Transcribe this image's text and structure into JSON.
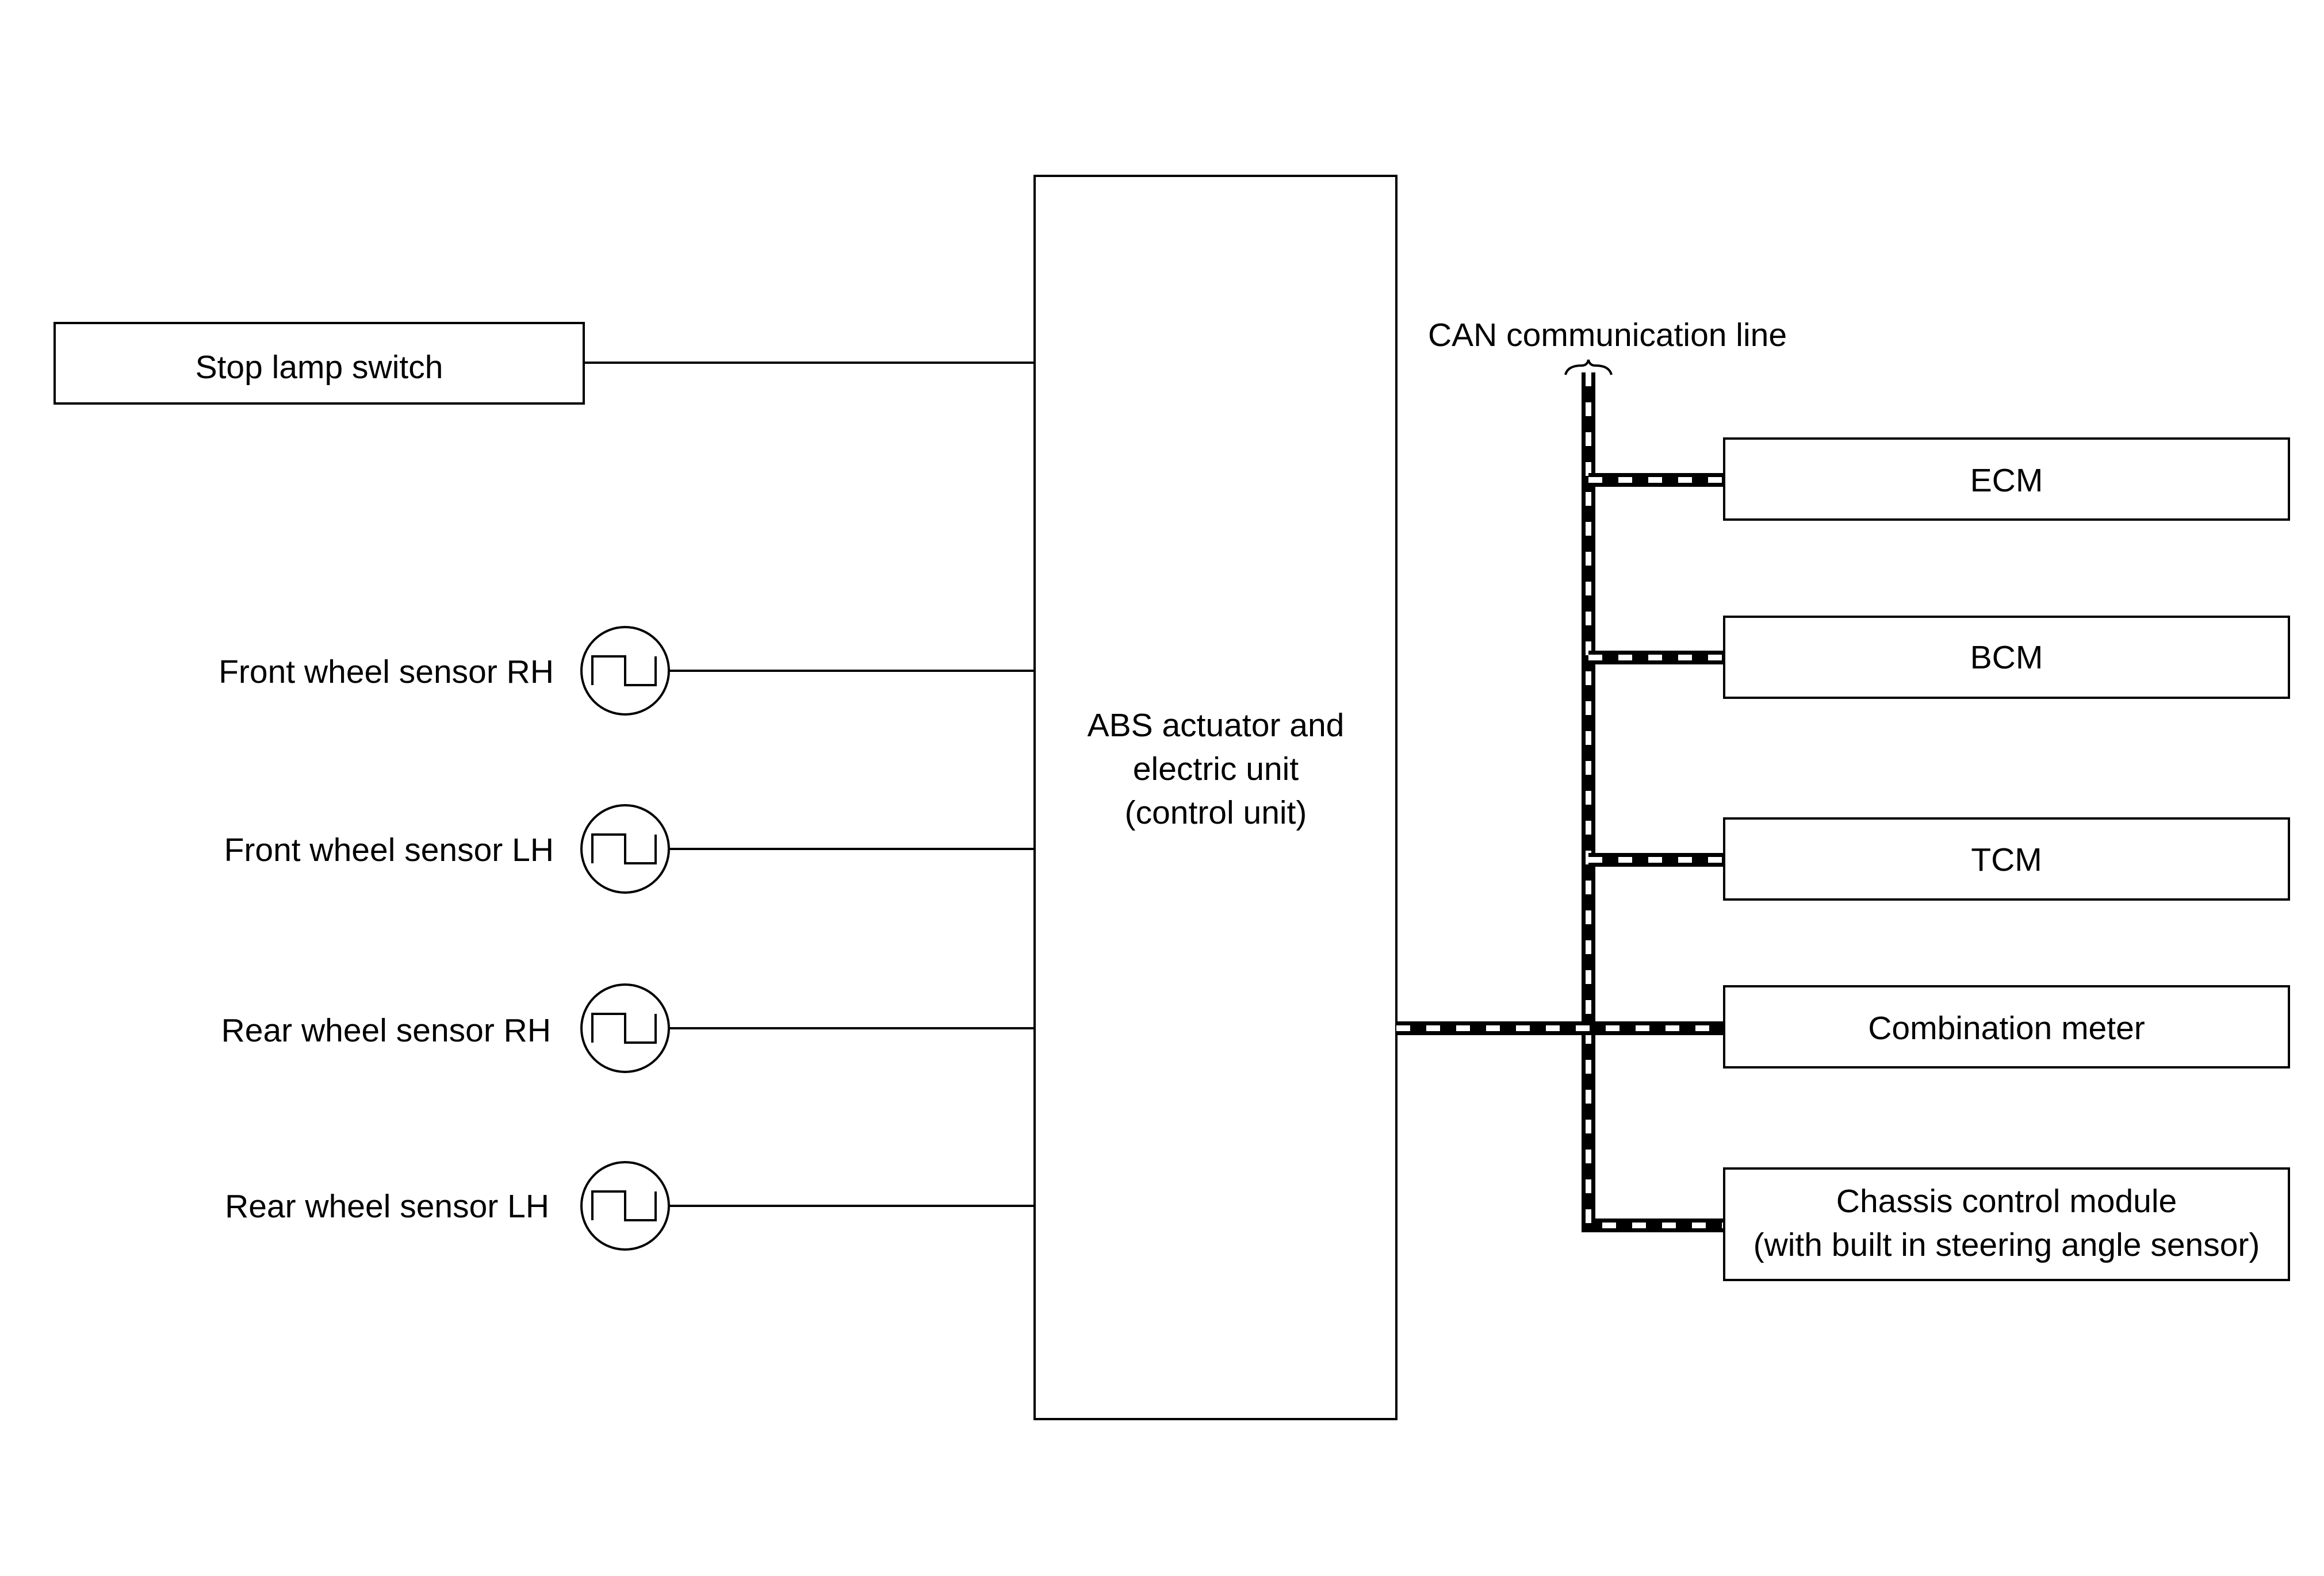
{
  "diagram": {
    "control_unit": {
      "line1": "ABS actuator and",
      "line2": "electric unit",
      "line3": "(control unit)"
    },
    "stop_lamp_switch": "Stop lamp switch",
    "sensors": [
      {
        "label": "Front wheel sensor RH"
      },
      {
        "label": "Front wheel sensor LH"
      },
      {
        "label": "Rear wheel sensor RH"
      },
      {
        "label": "Rear wheel sensor LH"
      }
    ],
    "can_line_label": "CAN communication line",
    "modules": [
      {
        "label": "ECM"
      },
      {
        "label": "BCM"
      },
      {
        "label": "TCM"
      },
      {
        "label": "Combination meter"
      },
      {
        "label": "Chassis control module",
        "label2": "(with built in steering angle sensor)"
      }
    ],
    "colors": {
      "line": "#000000",
      "background": "#ffffff",
      "can_dash": "#ffffff"
    },
    "icons": {
      "wheel_sensor": "square-wave-pulse-icon",
      "can_brace": "brace-icon"
    }
  }
}
